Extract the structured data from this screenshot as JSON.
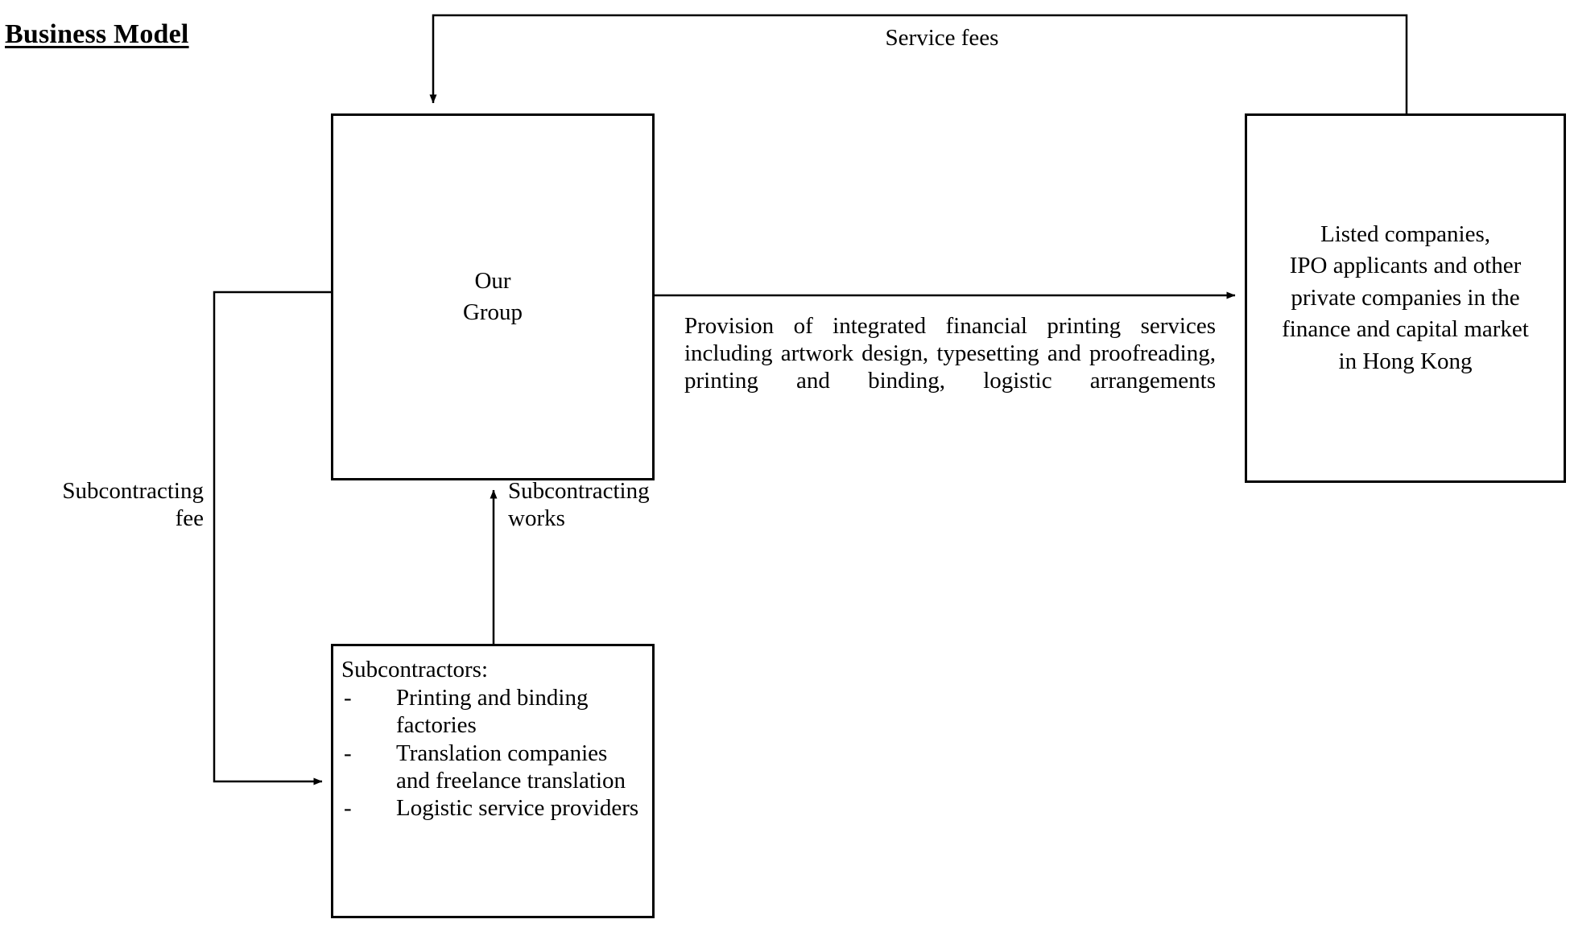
{
  "page": {
    "title": "Business Model",
    "background_color": "#ffffff",
    "line_color": "#000000"
  },
  "nodes": {
    "our_group": {
      "label": "Our\nGroup"
    },
    "clients": {
      "label": "Listed companies,\nIPO applicants and other\nprivate companies in the\nfinance and capital market\nin Hong Kong"
    },
    "subcontractors": {
      "heading": "Subcontractors:",
      "bullet_marker": "-",
      "items": [
        "Printing and binding factories",
        "Translation companies and freelance translation",
        "Logistic service providers"
      ]
    }
  },
  "flows": {
    "service_fees": {
      "label": "Service fees",
      "from": "clients",
      "to": "our_group"
    },
    "provision": {
      "label": "Provision of integrated financial printing services including artwork design, typesetting and proofreading, printing and binding, logistic arrangements",
      "from": "our_group",
      "to": "clients"
    },
    "subcontracting_works": {
      "label": "Subcontracting\nworks",
      "from": "subcontractors",
      "to": "our_group"
    },
    "subcontracting_fee": {
      "label": "Subcontracting\nfee",
      "from": "our_group",
      "to": "subcontractors"
    }
  }
}
